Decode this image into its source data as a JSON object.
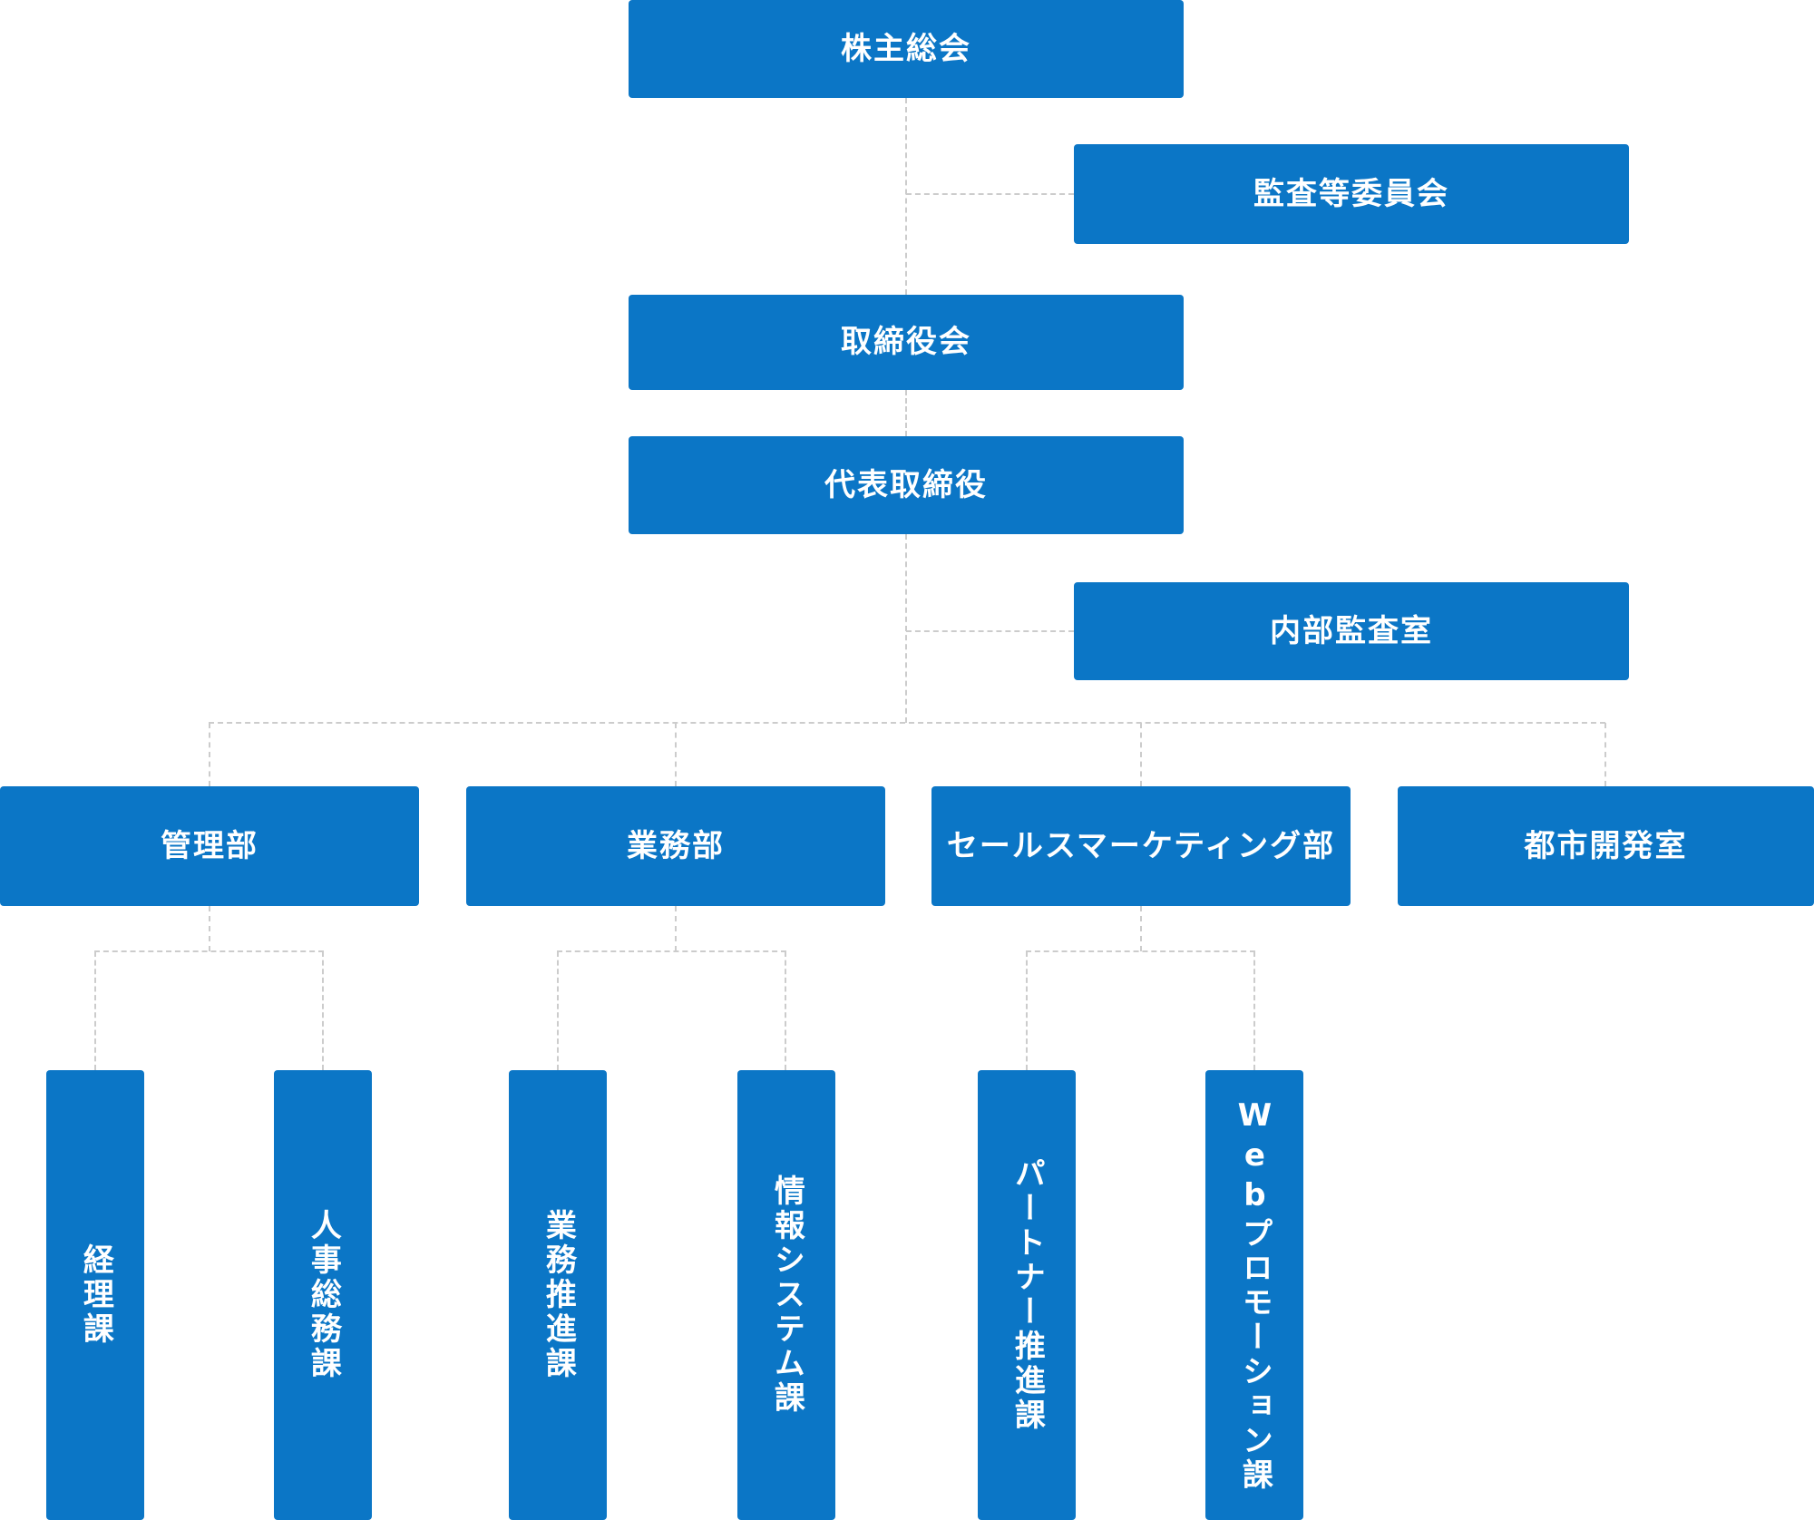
{
  "colors": {
    "node_bg": "#0b76c6",
    "node_text": "#ffffff",
    "connector": "#cccccc"
  },
  "nodes": {
    "shareholders": {
      "label": "株主総会"
    },
    "audit_committee": {
      "label": "監査等委員会"
    },
    "board": {
      "label": "取締役会"
    },
    "representative_director": {
      "label": "代表取締役"
    },
    "internal_audit": {
      "label": "内部監査室"
    },
    "admin_dept": {
      "label": "管理部"
    },
    "operations_dept": {
      "label": "業務部"
    },
    "sales_marketing_dept": {
      "label": "セールスマーケティング部"
    },
    "urban_dev_office": {
      "label": "都市開発室"
    },
    "accounting_section": {
      "label": "経理課"
    },
    "hr_general_affairs_section": {
      "label": "人事総務課"
    },
    "operations_promotion_section": {
      "label": "業務推進課"
    },
    "information_systems_section": {
      "label": "情報システム課"
    },
    "partner_promotion_section": {
      "label": "パートナー推進課"
    },
    "web_promotion_section": {
      "label": "Webプロモーション課"
    }
  },
  "edges": [
    {
      "from": "株主総会",
      "to": "監査等委員会"
    },
    {
      "from": "株主総会",
      "to": "取締役会"
    },
    {
      "from": "取締役会",
      "to": "代表取締役"
    },
    {
      "from": "代表取締役",
      "to": "内部監査室"
    },
    {
      "from": "代表取締役",
      "to": "管理部"
    },
    {
      "from": "代表取締役",
      "to": "業務部"
    },
    {
      "from": "代表取締役",
      "to": "セールスマーケティング部"
    },
    {
      "from": "代表取締役",
      "to": "都市開発室"
    },
    {
      "from": "管理部",
      "to": "経理課"
    },
    {
      "from": "管理部",
      "to": "人事総務課"
    },
    {
      "from": "業務部",
      "to": "業務推進課"
    },
    {
      "from": "業務部",
      "to": "情報システム課"
    },
    {
      "from": "セールスマーケティング部",
      "to": "パートナー推進課"
    },
    {
      "from": "セールスマーケティング部",
      "to": "Webプロモーション課"
    }
  ]
}
